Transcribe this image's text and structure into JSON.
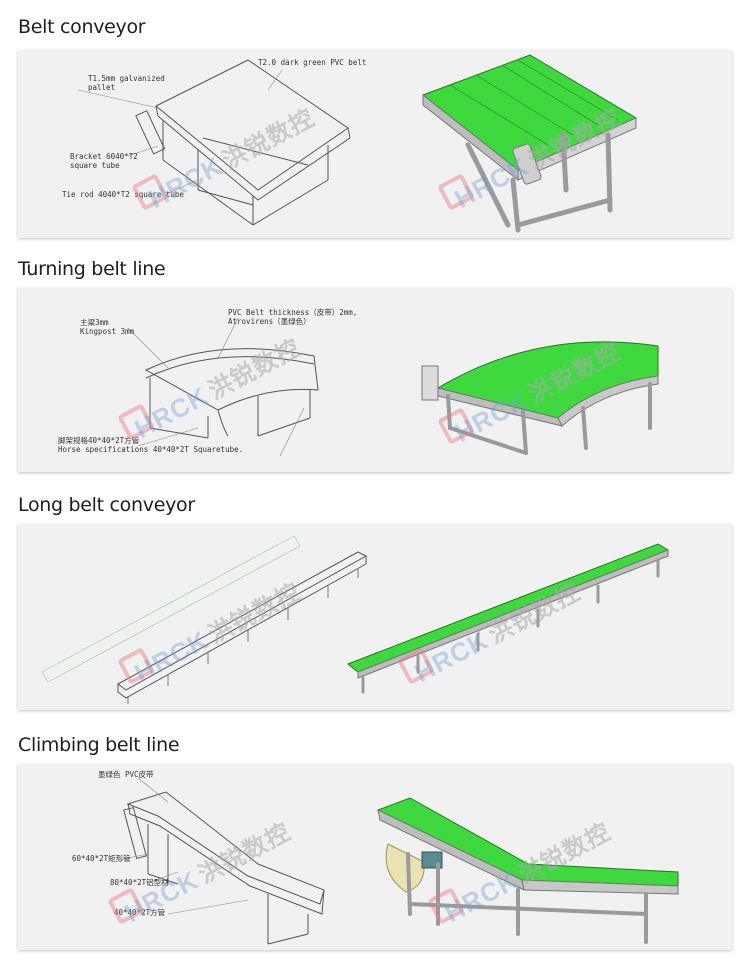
{
  "sections": [
    {
      "title": "Belt conveyor",
      "callouts": [
        "T2.0 dark green PVC belt",
        "T1.5mm galvanized\npallet",
        "Bracket 6040*T2\nsquare tube",
        "Tie rod 4040*T2 square tube"
      ]
    },
    {
      "title": "Turning belt line",
      "callouts": [
        "PVC Belt thickness（皮带）2mm,\nAtrovirens（墨绿色）",
        "主梁3mm\nKingpost 3mm",
        "脚架规格40*40*2T方管\nHorse specifications 40*40*2T Squaretube."
      ]
    },
    {
      "title": "Long belt conveyor",
      "callouts": []
    },
    {
      "title": "Climbing belt line",
      "callouts": [
        "墨绿色 PVC皮带",
        "60*40*2T矩形管",
        "80*40*2T铝型材",
        "40*40*2T方管"
      ]
    }
  ],
  "watermark": {
    "latin": "HRCK",
    "chinese": "洪锐数控"
  },
  "colors": {
    "belt_green": "#3fd93f",
    "frame": "#9a9a9a",
    "panel_bg": "#f1f1f1"
  }
}
